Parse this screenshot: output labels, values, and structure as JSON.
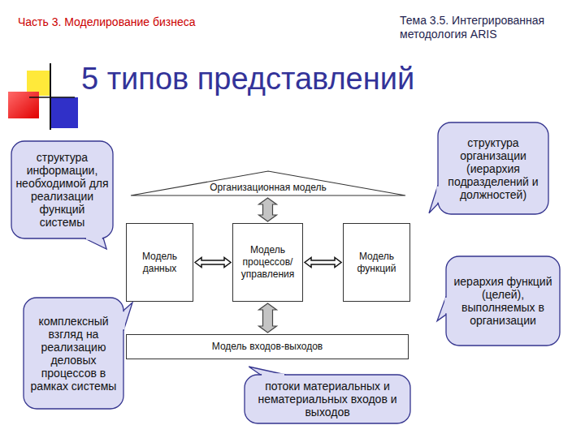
{
  "diagram": {
    "title": "5 типов представлений",
    "nodes": [
      {
        "text": [
          "Организационная модель"
        ]
      },
      {
        "text": [
          "Модель данных"
        ]
      },
      {
        "text": [
          "Модель процессов/ управления"
        ]
      },
      {
        "text": [
          "Модель функций"
        ]
      },
      {
        "text": [
          "Модель входов-выходов"
        ]
      },
      {
        "text": [
          "структура информации, необходимой для реализации функций системы"
        ]
      },
      {
        "text": [
          "структура организации (иерархия подразделений и должностей)"
        ]
      },
      {
        "text": [
          "комплексный взгляд на реализацию деловых процессов в рамках системы"
        ]
      },
      {
        "text": [
          "иерархия функций (целей), выполняемых в организации"
        ]
      },
      {
        "text": [
          "потоки материальных и нематериальных входов и выходов"
        ]
      }
    ],
    "edges": [
      {
        "from": 0,
        "to": 2,
        "arrow": "both"
      },
      {
        "from": 1,
        "to": 2,
        "arrow": "both"
      },
      {
        "from": 2,
        "to": 3,
        "arrow": "both"
      },
      {
        "from": 2,
        "to": 4,
        "arrow": "both"
      }
    ],
    "labels": [
      "Часть 3. Моделирование бизнеса",
      "Тема 3.5. Интегрированная методология ARIS"
    ]
  }
}
